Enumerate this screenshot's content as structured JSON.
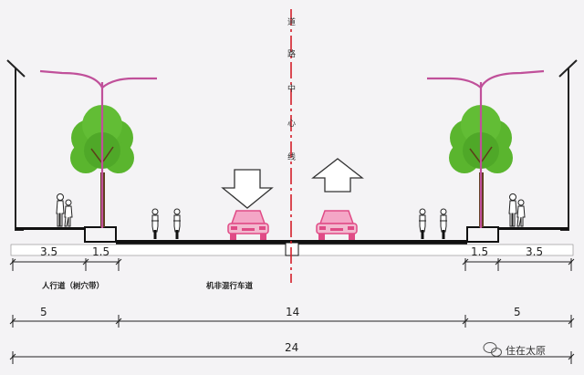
{
  "centerline_chars": [
    "道",
    "路",
    "中",
    "心",
    "线"
  ],
  "width_labels": {
    "left_sidewalk": "3.5",
    "left_tree_strip": "1.5",
    "right_tree_strip": "1.5",
    "right_sidewalk": "3.5"
  },
  "zone_captions": {
    "sidewalk": "人行道（树穴带）",
    "carriageway": "机非混行车道"
  },
  "section_widths": {
    "left": "5",
    "middle": "14",
    "right": "5"
  },
  "total_width": "24",
  "watermark": "住在太原",
  "colors": {
    "lamp": "#c0509a",
    "tree": "#5ab52e",
    "car": "#e04b86",
    "centerline": "#d41f2a",
    "road": "#111111"
  }
}
